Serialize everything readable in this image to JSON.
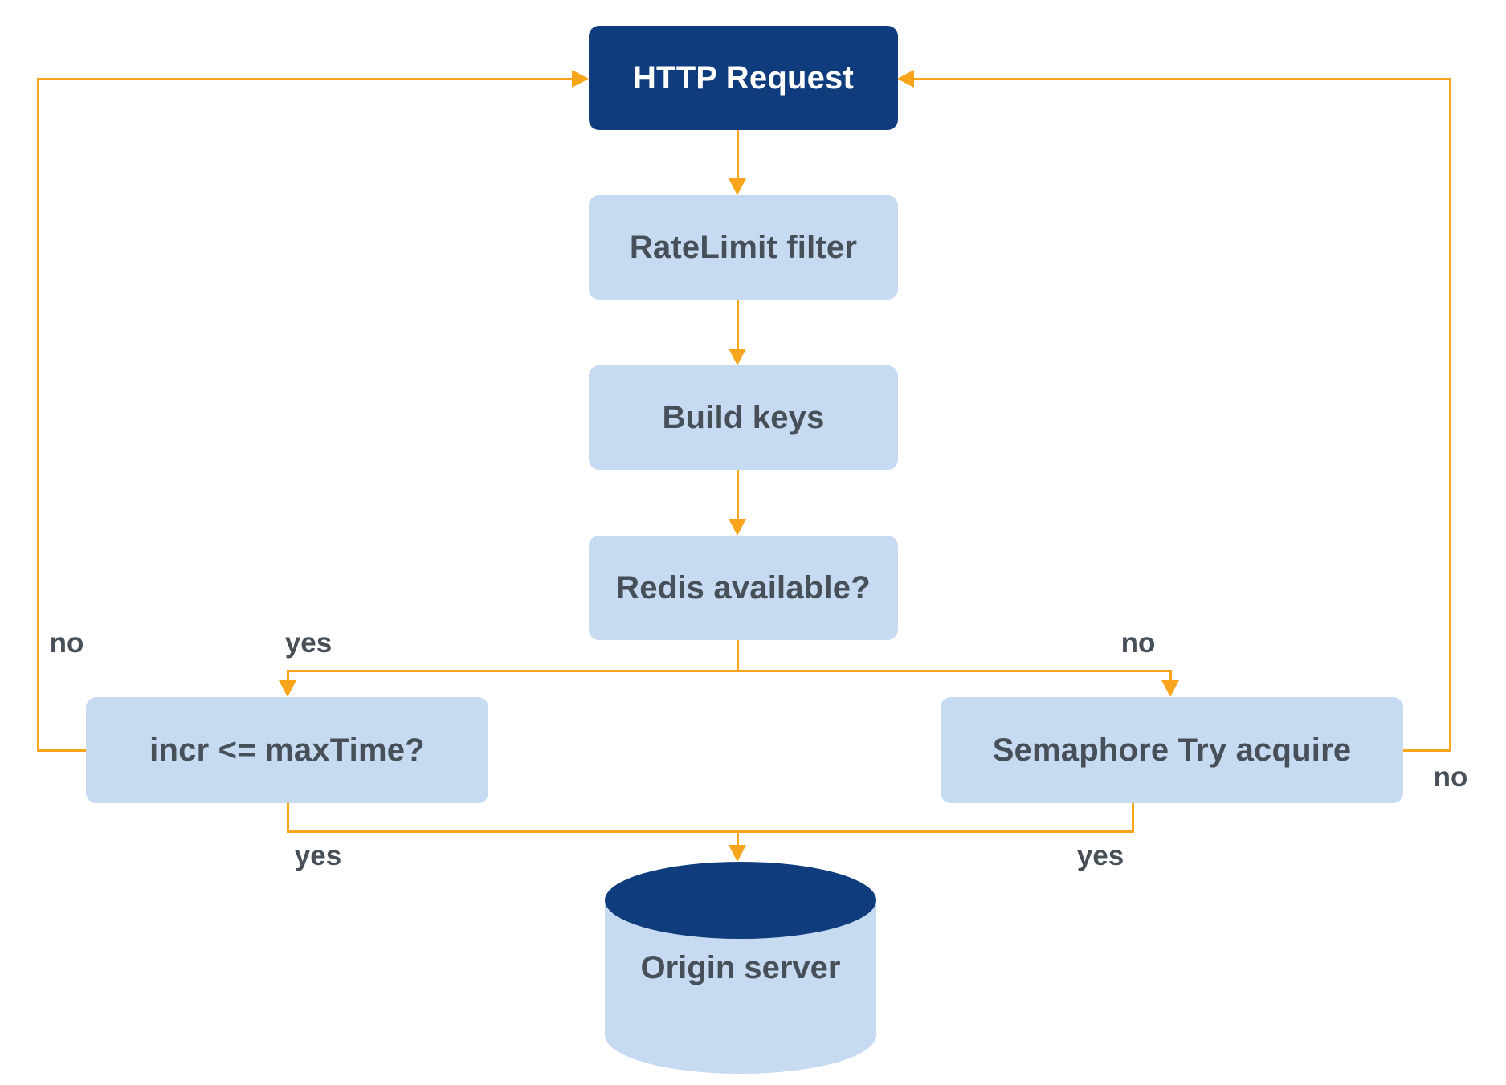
{
  "colors": {
    "accent": "#F8A51B",
    "node_primary": "#0E3C7C",
    "node_secondary": "#C6DAF2",
    "text_dark": "#474F58",
    "text_light": "#FFFFFF"
  },
  "nodes": {
    "http_request": {
      "label": "HTTP Request"
    },
    "ratelimit_filter": {
      "label": "RateLimit filter"
    },
    "build_keys": {
      "label": "Build keys"
    },
    "redis_available": {
      "label": "Redis available?"
    },
    "incr_maxtime": {
      "label": "incr <= maxTime?"
    },
    "semaphore_try_acquire": {
      "label": "Semaphore Try acquire"
    },
    "origin_server": {
      "label": "Origin server"
    }
  },
  "edge_labels": {
    "incr_no": "no",
    "redis_yes": "yes",
    "redis_no": "no",
    "semaphore_no": "no",
    "incr_yes": "yes",
    "semaphore_yes": "yes"
  }
}
